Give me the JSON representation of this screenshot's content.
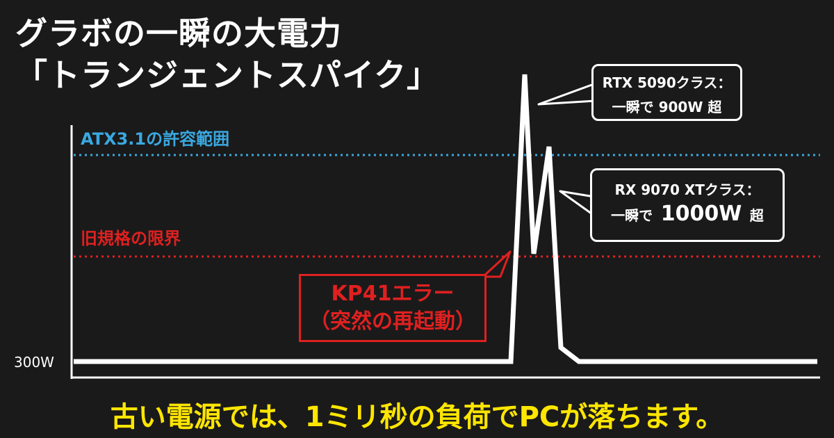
{
  "title": {
    "line1": "グラボの一瞬の大電力",
    "line2": "「トランジェントスパイク」"
  },
  "chart_data": {
    "type": "line",
    "y_tick": "300W",
    "thresholds": [
      {
        "label": "ATX3.1の許容範囲",
        "color": "#3aa8e0"
      },
      {
        "label": "旧規格の限界",
        "color": "#e02020"
      }
    ],
    "callouts": [
      {
        "line1": "RTX 5090クラス：",
        "line2": "一瞬で 900W 超"
      },
      {
        "line1": "RX 9070 XTクラス：",
        "line2_pre": "一瞬で",
        "line2_big": "1000W",
        "line2_post": "超"
      }
    ],
    "error": {
      "line1": "KP41エラー",
      "line2": "（突然の再起動）"
    },
    "grid": false
  },
  "footer": "古い電源では、1ミリ秒の負荷でPCが落ちます。",
  "colors": {
    "background": "#1a1a1a",
    "line": "#ffffff",
    "atx": "#3aa8e0",
    "legacy": "#e02020",
    "footer": "#ffe600"
  }
}
